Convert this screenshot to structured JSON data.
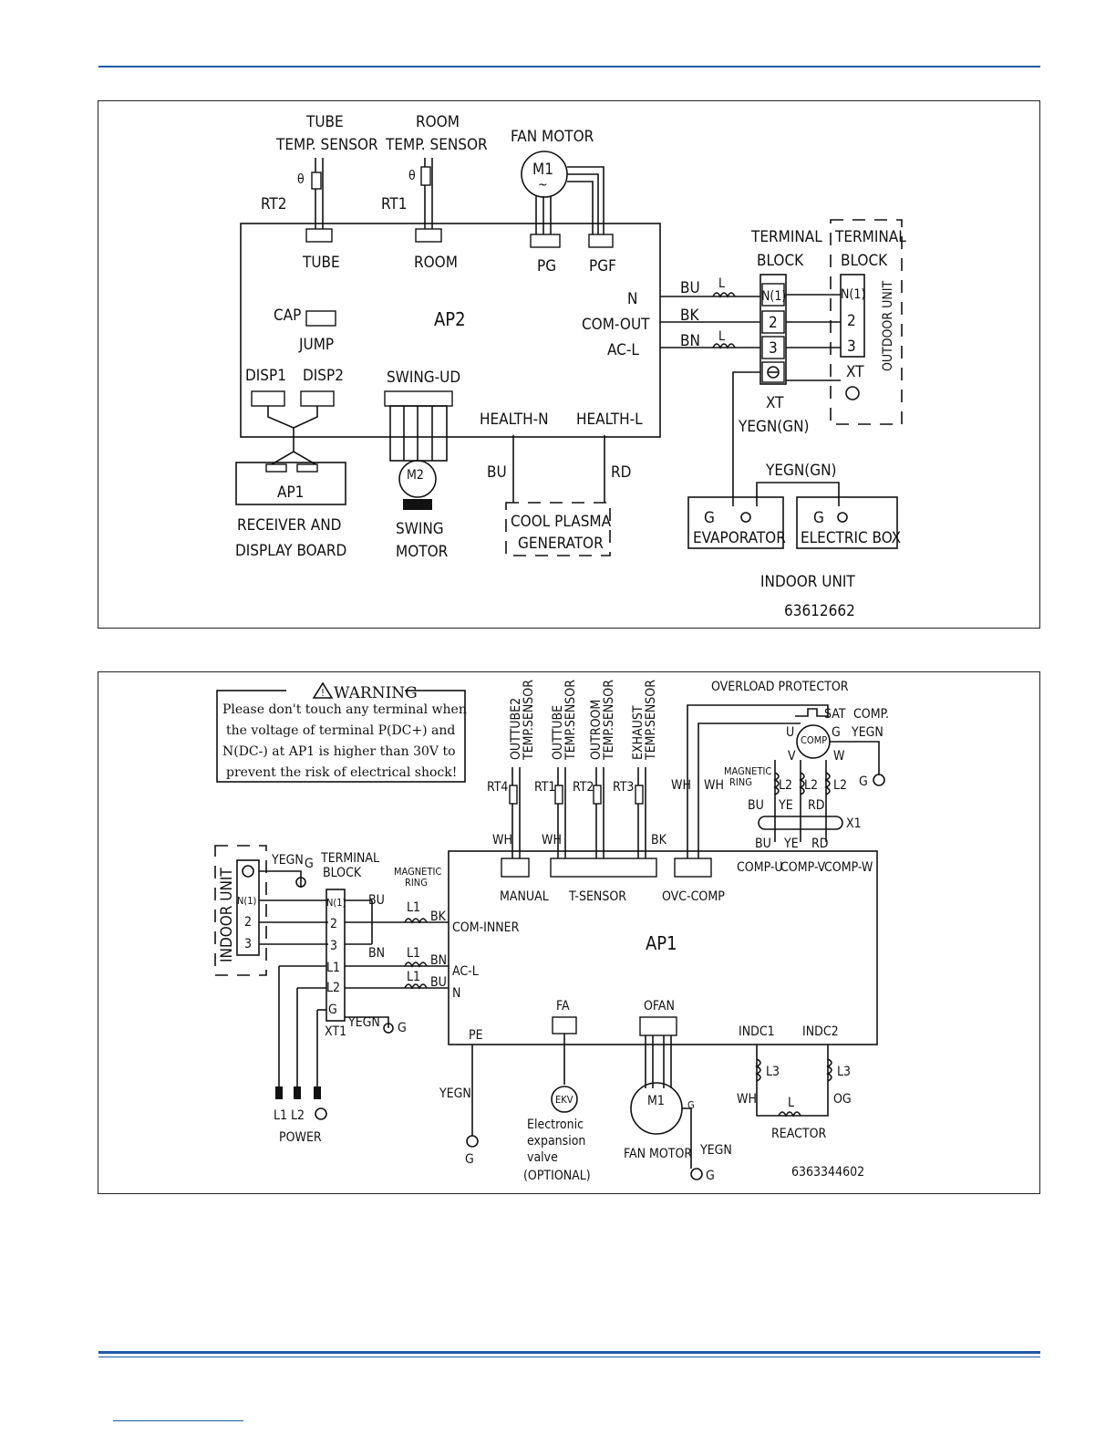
{
  "top_diagram": {
    "tube_sensor_line1": "TUBE",
    "tube_sensor_line2": "TEMP. SENSOR",
    "room_sensor_line1": "ROOM",
    "room_sensor_line2": "TEMP. SENSOR",
    "fan_motor": "FAN MOTOR",
    "rt2": "RT2",
    "rt1": "RT1",
    "m1": "M1",
    "tube": "TUBE",
    "room": "ROOM",
    "pg": "PG",
    "pgf": "PGF",
    "board": "AP2",
    "cap": "CAP",
    "jump": "JUMP",
    "disp1": "DISP1",
    "disp2": "DISP2",
    "swing_ud": "SWING-UD",
    "n": "N",
    "com_out": "COM-OUT",
    "ac_l": "AC-L",
    "health_n": "HEALTH-N",
    "health_l": "HEALTH-L",
    "bu": "BU",
    "bk": "BK",
    "bn": "BN",
    "l": "L",
    "rd": "RD",
    "terminal_line1": "TERMINAL",
    "terminal_line2": "BLOCK",
    "n1": "N(1)",
    "t2": "2",
    "t3": "3",
    "xt": "XT",
    "yegn_gn": "YEGN(GN)",
    "outdoor_unit": "OUTDOOR UNIT",
    "ap1": "AP1",
    "receiver_line1": "RECEIVER AND",
    "receiver_line2": "DISPLAY BOARD",
    "m2": "M2",
    "swing_line1": "SWING",
    "swing_line2": "MOTOR",
    "plasma_line1": "COOL PLASMA",
    "plasma_line2": "GENERATOR",
    "g": "G",
    "evaporator": "EVAPORATOR",
    "electric_box": "ELECTRIC BOX",
    "indoor_unit": "INDOOR UNIT",
    "part_no": "63612662"
  },
  "bottom_diagram": {
    "warning_title": "WARNING",
    "warning_lines": [
      "Please don't touch any terminal when",
      "the voltage of terminal P(DC+) and",
      "N(DC-) at AP1 is higher than 30V to",
      "prevent the risk of electrical shock!"
    ],
    "sensors": [
      {
        "line1": "OUTTUBE2",
        "line2": "TEMP.SENSOR",
        "rt": "RT4"
      },
      {
        "line1": "OUTTUBE",
        "line2": "TEMP.SENSOR",
        "rt": "RT1"
      },
      {
        "line1": "OUTROOM",
        "line2": "TEMP.SENSOR",
        "rt": "RT2"
      },
      {
        "line1": "EXHAUST",
        "line2": "TEMP.SENSOR",
        "rt": "RT3"
      }
    ],
    "overload": "OVERLOAD PROTECTOR",
    "sat": "SAT",
    "comp": "COMP.",
    "yegn": "YEGN",
    "comp_inner": "COMP",
    "u": "U",
    "v": "V",
    "w": "W",
    "g": "G",
    "magnetic_ring_line1": "MAGNETIC",
    "magnetic_ring_line2": "RING",
    "l2": "L2",
    "bu": "BU",
    "ye": "YE",
    "rd": "RD",
    "x1": "X1",
    "wh": "WH",
    "bk": "BK",
    "bn": "BN",
    "manual": "MANUAL",
    "t_sensor": "T-SENSOR",
    "ovc_comp": "OVC-COMP",
    "comp_u": "COMP-U",
    "comp_v": "COMP-V",
    "comp_w": "COMP-W",
    "indoor_unit": "INDOOR UNIT",
    "terminal_line1": "TERMINAL",
    "terminal_line2": "BLOCK",
    "l1": "L1",
    "com_inner": "COM-INNER",
    "ac_l": "AC-L",
    "n": "N",
    "board": "AP1",
    "tb_rows": [
      "N(1)",
      "2",
      "3",
      "L1",
      "L2",
      "G"
    ],
    "iu_rows": [
      "N(1)",
      "2",
      "3"
    ],
    "xt1": "XT1",
    "pe": "PE",
    "fa": "FA",
    "ofan": "OFAN",
    "indc1": "INDC1",
    "indc2": "INDC2",
    "l3": "L3",
    "l": "L",
    "og": "OG",
    "reactor": "REACTOR",
    "power_labels": "L1  L2",
    "power": "POWER",
    "ekv": "EKV",
    "eev_line1": "Electronic",
    "eev_line2": "expansion",
    "eev_line3": "valve",
    "eev_line4": "(OPTIONAL)",
    "m1": "M1",
    "fan_motor": "FAN MOTOR",
    "part_no": "6363344602"
  }
}
